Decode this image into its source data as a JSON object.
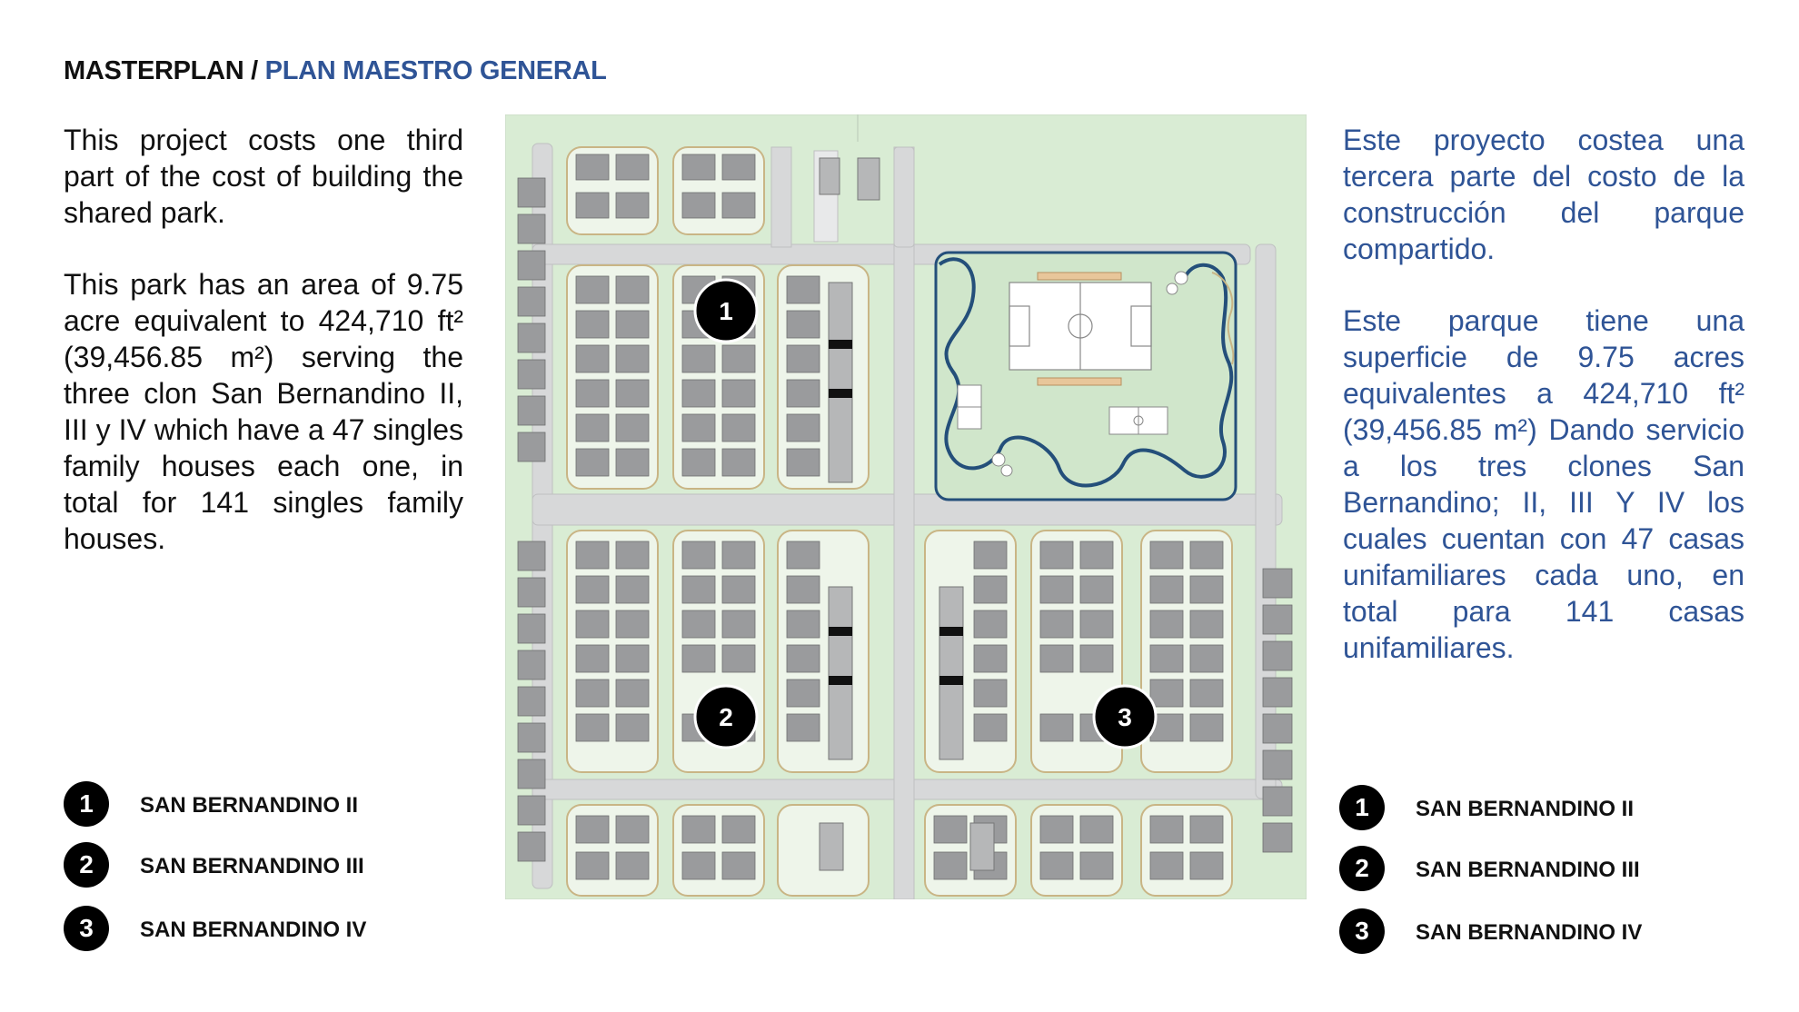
{
  "header": {
    "title_en": "MASTERPLAN / ",
    "title_es": "PLAN MAESTRO GENERAL"
  },
  "text_en": {
    "p1": "This project costs one third part of the cost of building the shared park.",
    "p2": "This park has an area of 9.75 acre equivalent to 424,710 ft² (39,456.85 m²) serving the three clon San Bernandino II, III y IV which have a 47 singles family houses each one, in total for 141 singles family houses."
  },
  "text_es": {
    "p1": "Este proyecto costea una tercera parte del costo de la construcción del parque compartido.",
    "p2": "Este parque tiene una superficie de 9.75 acres equivalentes a 424,710 ft² (39,456.85 m²) Dando servicio a los tres clones San Bernandino; II, III Y IV los cuales cuentan con 47 casas unifamiliares cada uno, en total para 141 casas unifamiliares."
  },
  "legend_left": [
    {
      "num": "1",
      "label": "SAN BERNANDINO II"
    },
    {
      "num": "2",
      "label": "SAN BERNANDINO III"
    },
    {
      "num": "3",
      "label": "SAN BERNANDINO IV"
    }
  ],
  "legend_right": [
    {
      "num": "1",
      "label": "SAN BERNANDINO II"
    },
    {
      "num": "2",
      "label": "SAN BERNANDINO III"
    },
    {
      "num": "3",
      "label": "SAN BERNANDINO IV"
    }
  ],
  "plan_markers": [
    "1",
    "2",
    "3"
  ],
  "colors": {
    "text_en": "#111111",
    "text_es": "#2f5496",
    "site_green": "#d9ecd4",
    "road": "#d7d8d9",
    "house": "#9a9b9d",
    "park_path": "#244f7a",
    "block_outline": "#c9b585"
  },
  "icons": [
    "soccer-field-icon",
    "basketball-court-icon",
    "tennis-court-icon"
  ]
}
